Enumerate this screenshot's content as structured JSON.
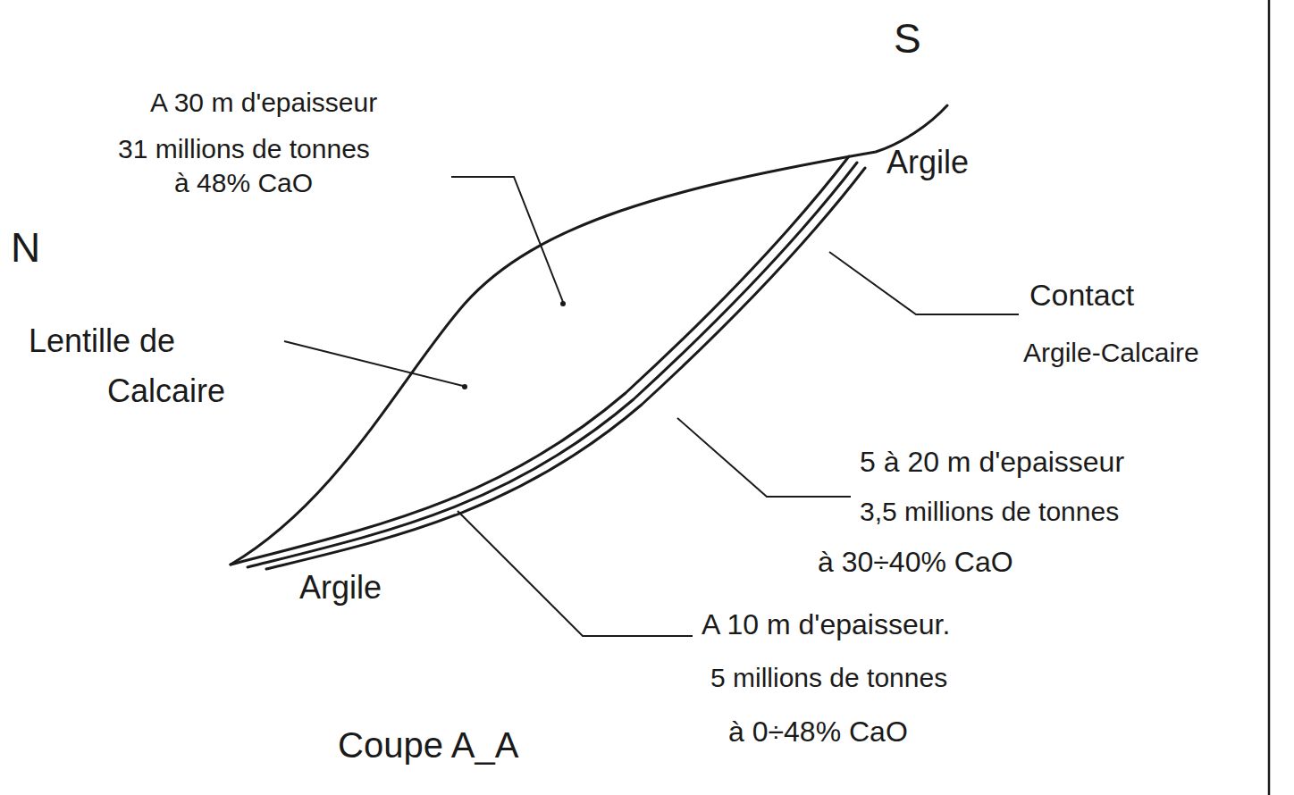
{
  "diagram": {
    "labels": [
      "S",
      "N",
      "A 30 m d'epaisseur",
      "31 millions de tonnes",
      "à 48% CaO",
      "Argile",
      "Contact",
      "Argile-Calcaire",
      "Lentille de",
      "Calcaire",
      "5 à 20 m d'epaisseur",
      "3,5 millions de tonnes",
      "à 30÷40% CaO",
      "Argile",
      "A 10 m d'epaisseur.",
      "5 millions de tonnes",
      "à 0÷48% CaO",
      "Coupe A_A"
    ]
  }
}
